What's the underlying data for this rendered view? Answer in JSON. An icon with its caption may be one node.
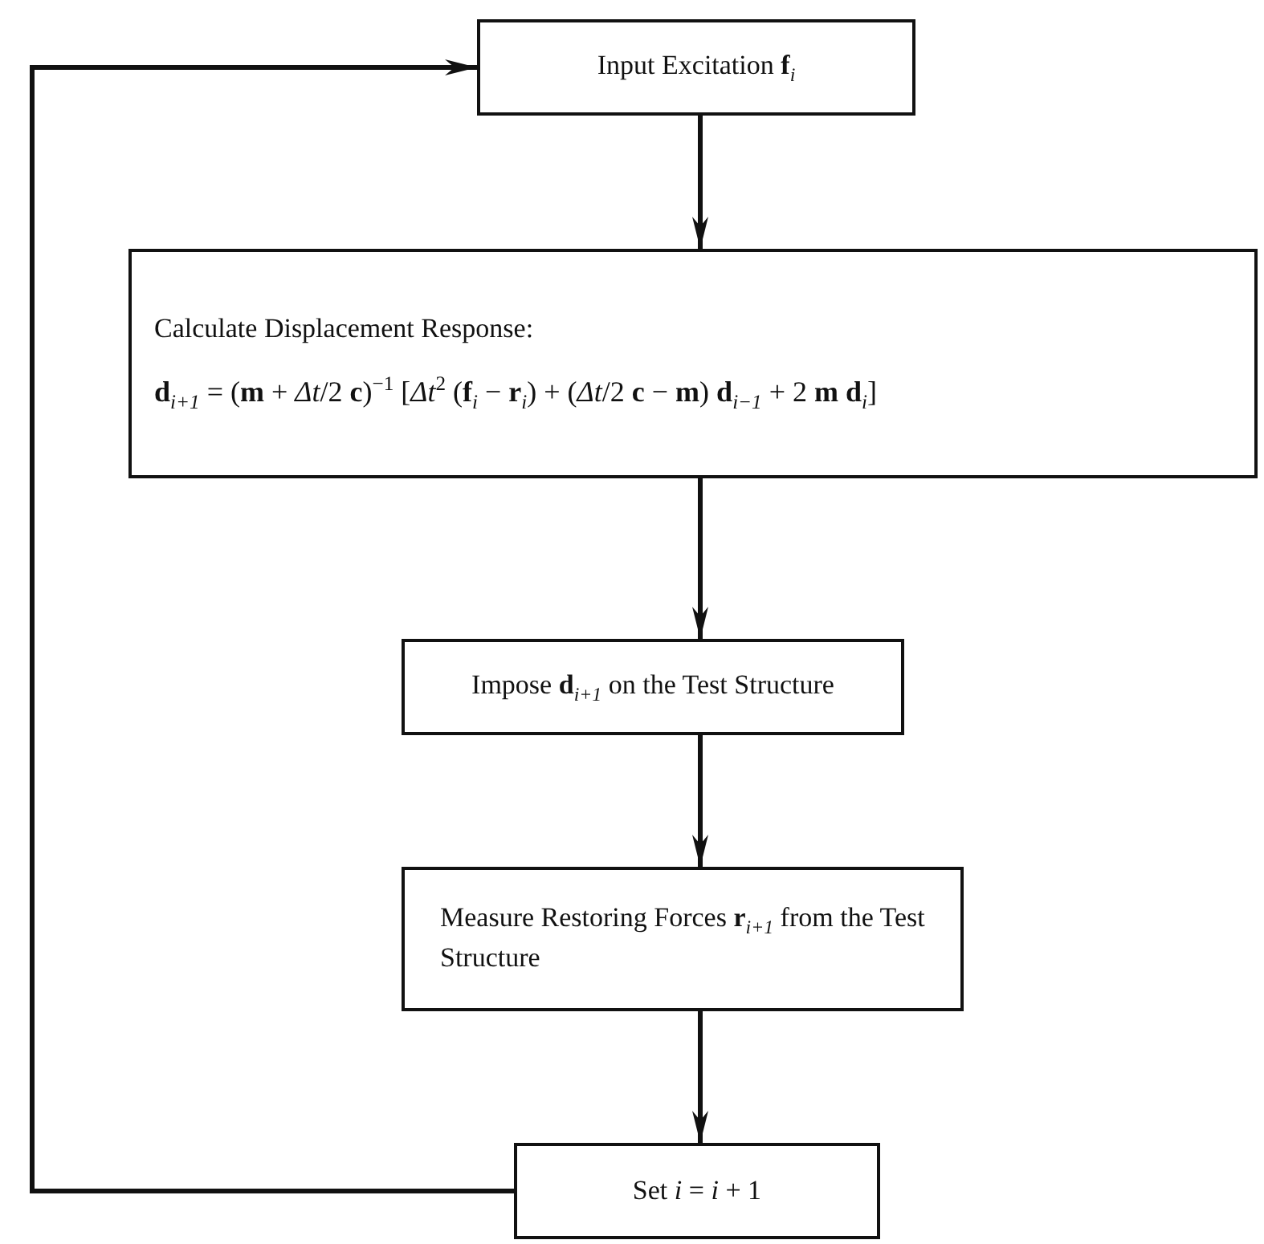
{
  "diagram": {
    "nodes": [
      {
        "text": [
          "Input Excitation **f**$_{i}$"
        ]
      },
      {
        "text": [
          "Calculate Displacement Response:",
          "**d**$_{i+1}$ = (**m** + *Δt*/2 **c**)$^{−1}$ [*Δt*$^{2}$ (**f**$_{i}$ − **r**$_{i}$) + (*Δt*/2 **c** − **m**) **d**$_{i−1}$ + 2 **m** **d**$_{i}$]"
        ]
      },
      {
        "text": [
          "Impose **d**$_{i+1}$ on the Test Structure"
        ]
      },
      {
        "text": [
          "Measure Restoring Forces **r**$_{i+1}$ from the Test Structure"
        ]
      },
      {
        "text": [
          "Set *i* = *i* + 1"
        ]
      }
    ],
    "edges": [
      {
        "from": 0,
        "to": 1,
        "arrow": "to"
      },
      {
        "from": 1,
        "to": 2,
        "arrow": "to"
      },
      {
        "from": 2,
        "to": 3,
        "arrow": "to"
      },
      {
        "from": 3,
        "to": 4,
        "arrow": "to"
      },
      {
        "from": 4,
        "to": 0,
        "arrow": "to"
      }
    ]
  }
}
